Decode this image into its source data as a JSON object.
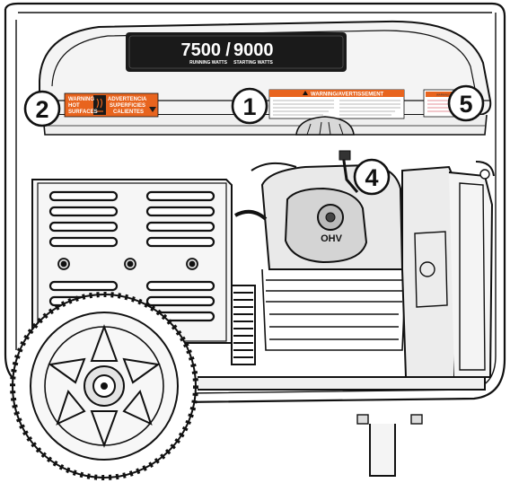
{
  "rating": {
    "running": "7500",
    "separator": "/",
    "starting": "9000",
    "running_caption": "RUNNING WATTS",
    "starting_caption": "STARTING WATTS"
  },
  "callouts": [
    "1",
    "2",
    "4",
    "5"
  ],
  "labels": {
    "hot_surface_left_1": "WARNING",
    "hot_surface_left_2": "HOT",
    "hot_surface_left_3": "SURFACES",
    "hot_surface_es_1": "ADVERTENCIA",
    "hot_surface_es_2": "SUPERFICIES",
    "hot_surface_es_3": "CALIENTES",
    "main_warning": "WARNING/AVERTISSEMENT",
    "right_warning": "WARNING"
  },
  "engine_badge": "OHV",
  "colors": {
    "line": "#111111",
    "warning_orange": "#e8641e",
    "panel_dark": "#1a1a1a",
    "callout_fill": "#ffffff"
  },
  "icons": [
    "hot-surface-icon",
    "warning-triangle-icon",
    "wheel-icon",
    "fuel-cap-icon"
  ]
}
